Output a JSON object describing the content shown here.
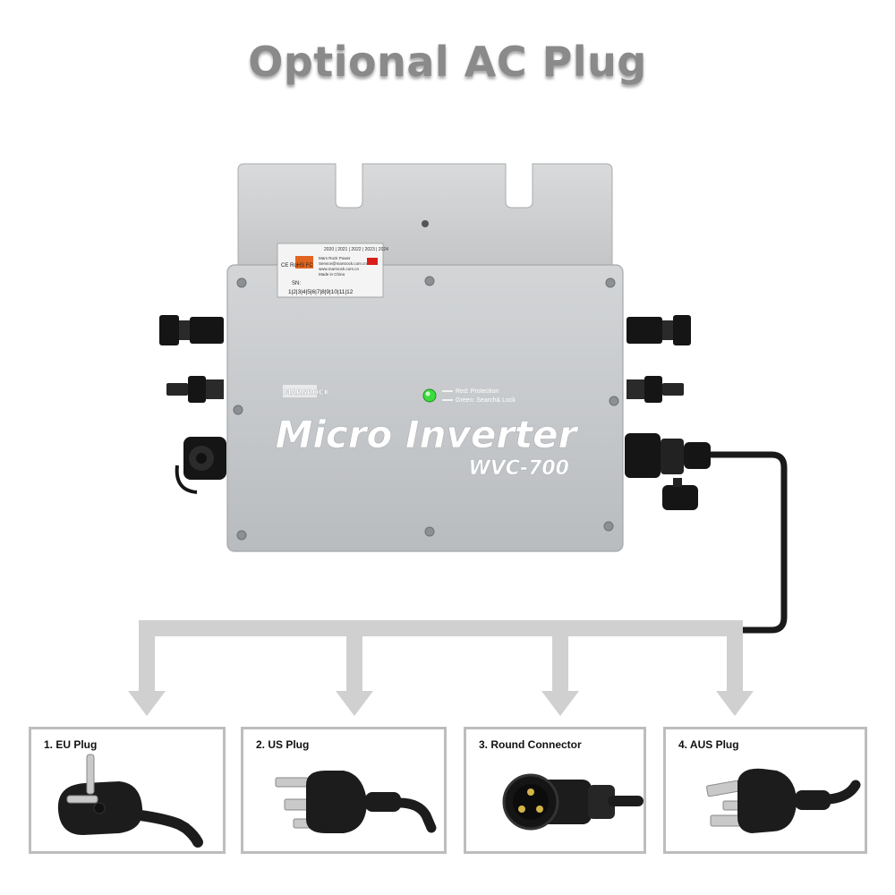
{
  "title": "Optional AC Plug",
  "device": {
    "brand": "MARSROCK",
    "name": "Micro Inverter",
    "model": "WVC-700",
    "led_legend": [
      "Red: Protection",
      "Green: Search& Lock"
    ],
    "label": {
      "years": [
        "2020",
        "2021",
        "2022",
        "2023",
        "2024"
      ],
      "lines": [
        "Mars Rock Power",
        "Service@marsrock.com.cn",
        "www.marsrock.com.cn",
        "Made in China"
      ],
      "sn": "SN:",
      "cert": [
        "CE",
        "RoHS",
        "FC"
      ],
      "months": [
        "1",
        "2",
        "3",
        "4",
        "5",
        "6",
        "7",
        "8",
        "9",
        "10",
        "11",
        "12"
      ]
    }
  },
  "options": [
    {
      "label": "1. EU Plug"
    },
    {
      "label": "2. US Plug"
    },
    {
      "label": "3. Round Connector"
    },
    {
      "label": "4. AUS Plug"
    }
  ],
  "colors": {
    "title": "#8a8a8a",
    "body": "#c6c8ca",
    "arrow": "#cfcfcf",
    "cable": "#1a1a1a",
    "led": "#3ddc3d",
    "card_border": "#bdbdbd"
  }
}
